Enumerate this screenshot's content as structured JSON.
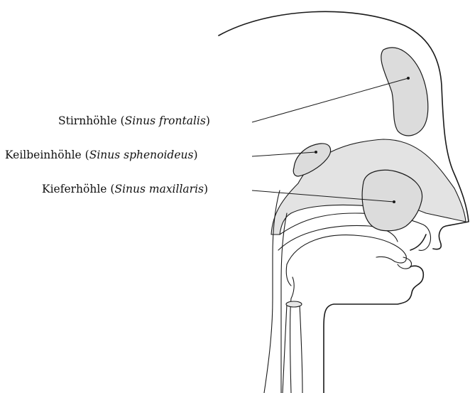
{
  "labels": [
    {
      "id": "stirnhoehle",
      "name": "Stirnhöhle",
      "latin": "Sinus frontalis"
    },
    {
      "id": "keilbeinhoehle",
      "name": "Keilbeinhöhle",
      "latin": "Sinus sphenoideus"
    },
    {
      "id": "kieferhoehle",
      "name": "Kieferhöhle",
      "latin": "Sinus maxillaris"
    }
  ],
  "colors": {
    "stroke": "#1a1a1a",
    "sinus_fill": "#dcdcdc",
    "cavity_fill": "#e3e3e3"
  }
}
